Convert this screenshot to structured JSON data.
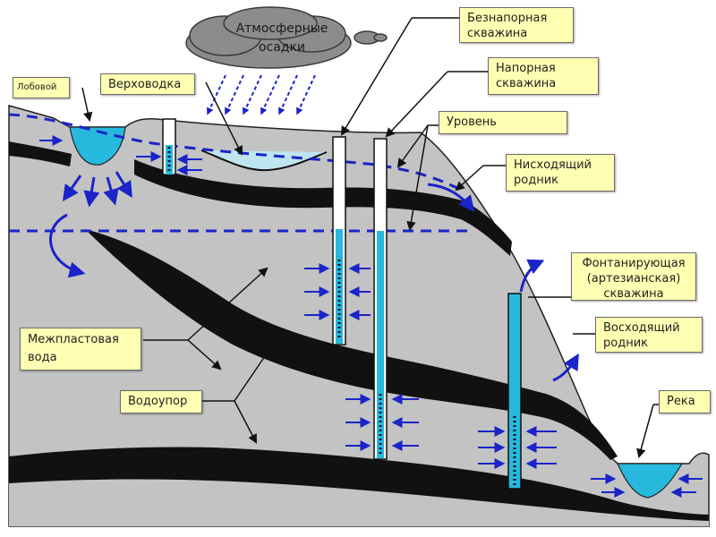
{
  "colors": {
    "ground": "#c3c3c3",
    "aquiclude": "#111111",
    "water": "#27b8dd",
    "arrows": "#1a24c8",
    "label_bg": "#ffffb3"
  },
  "cloud": {
    "line1": "Атмосферные",
    "line2": "осадки"
  },
  "labels": {
    "lake": "Лобовой",
    "perched": "Верховодка",
    "unconfined_well": {
      "line1": "Безнапорная",
      "line2": "скважина"
    },
    "confined_well": {
      "line1": "Напорная",
      "line2": "скважина"
    },
    "level": "Уровень",
    "descending_spring": {
      "line1": "Нисходящий",
      "line2": "родник"
    },
    "artesian_well": {
      "line1": "Фонтанирующая",
      "line2": "(артезианская)",
      "line3": "скважина"
    },
    "ascending_spring": {
      "line1": "Восходящий",
      "line2": "родник"
    },
    "river": "Река",
    "interstratal": {
      "line1": "Межпластовая",
      "line2": "вода"
    },
    "aquiclude": "Водоупор"
  }
}
